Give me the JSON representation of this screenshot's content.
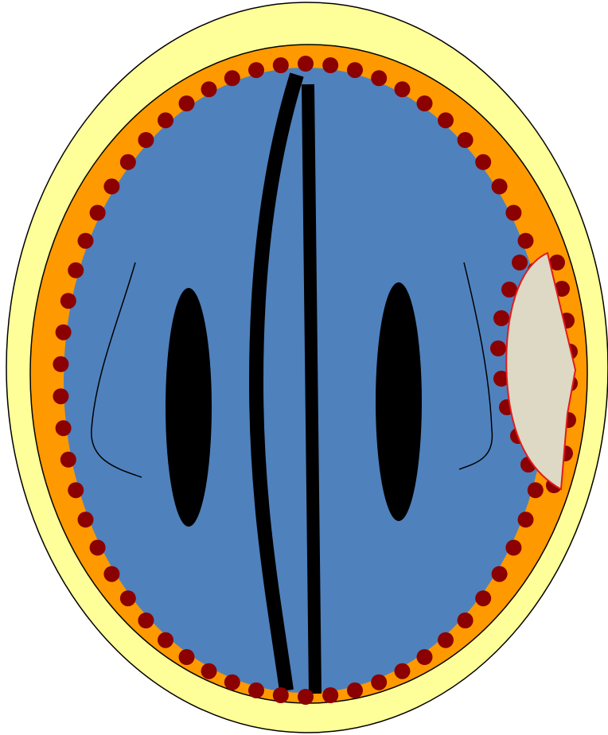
{
  "colors": {
    "background": "#ffffff",
    "outer_layer": "#ffff99",
    "middle_layer": "#ff9900",
    "inner_body": "#4f81bd",
    "bead_dots": "#8b0000",
    "dark_features": "#000000",
    "cap_fill": "#ddd9c4",
    "cap_outline": "#e31a1c",
    "outline": "#000000"
  },
  "components": {
    "outer_layer": "yellow-shell",
    "middle_layer": "orange-ring",
    "inner_body": "blue-core",
    "dot_ring": "dark-red-beads",
    "left_spot": "black-oval-left",
    "right_spot": "black-oval-right",
    "curved_bar": "curved-black-bar",
    "straight_bar": "straight-black-bar",
    "left_curve": "thin-curve-left",
    "right_curve": "thin-curve-right",
    "side_cap": "beige-cap-right"
  }
}
